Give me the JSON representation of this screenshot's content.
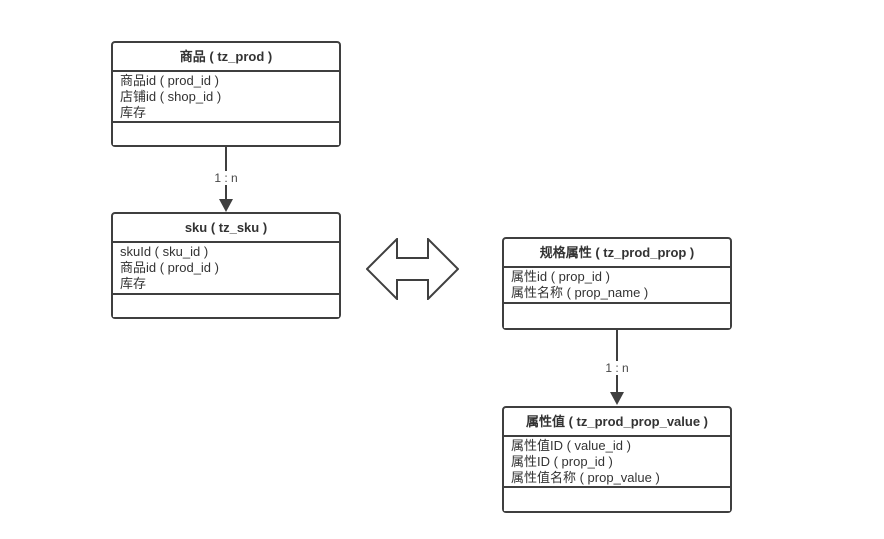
{
  "diagram": {
    "type": "entity-relationship",
    "background_color": "#ffffff",
    "line_color": "#3f3f3f",
    "text_color": "#333333"
  },
  "entities": [
    {
      "id": "prod",
      "title": "商品 ( tz_prod )",
      "fields": [
        "商品id ( prod_id )",
        "店铺id ( shop_id )",
        "库存"
      ]
    },
    {
      "id": "sku",
      "title": "sku ( tz_sku )",
      "fields": [
        "skuId ( sku_id )",
        "商品id ( prod_id )",
        "库存"
      ]
    },
    {
      "id": "prod_prop",
      "title": "规格属性 ( tz_prod_prop )",
      "fields": [
        "属性id ( prop_id )",
        "属性名称 ( prop_name )"
      ]
    },
    {
      "id": "prod_prop_value",
      "title": "属性值 ( tz_prod_prop_value )",
      "fields": [
        "属性值ID ( value_id )",
        "属性ID ( prop_id )",
        "属性值名称 ( prop_value )"
      ]
    }
  ],
  "connectors": [
    {
      "from": "prod",
      "to": "sku",
      "label": "1 : n"
    },
    {
      "from": "prod_prop",
      "to": "prod_prop_value",
      "label": "1 : n"
    }
  ],
  "symbols": {
    "double_arrow": "left-right-double-arrow"
  }
}
